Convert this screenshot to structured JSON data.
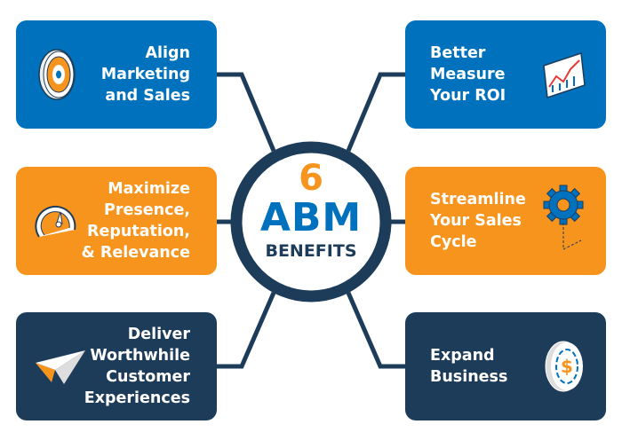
{
  "center": {
    "number": "6",
    "title": "ABM",
    "subtitle": "BENEFITS"
  },
  "benefits": [
    {
      "label": "Align\nMarketing\nand Sales",
      "icon": "target-icon"
    },
    {
      "label": "Better\nMeasure\nYour ROI",
      "icon": "chart-icon"
    },
    {
      "label": "Maximize\nPresence,\nReputation,\n& Relevance",
      "icon": "gauge-icon"
    },
    {
      "label": "Streamline\nYour Sales\nCycle",
      "icon": "gear-icon"
    },
    {
      "label": "Deliver\nWorthwhile\nCustomer\nExperiences",
      "icon": "paper-plane-icon"
    },
    {
      "label": "Expand\nBusiness",
      "icon": "coin-icon"
    }
  ],
  "colors": {
    "blue": "#0071bc",
    "orange": "#f7941d",
    "navy": "#1d3c5a"
  }
}
